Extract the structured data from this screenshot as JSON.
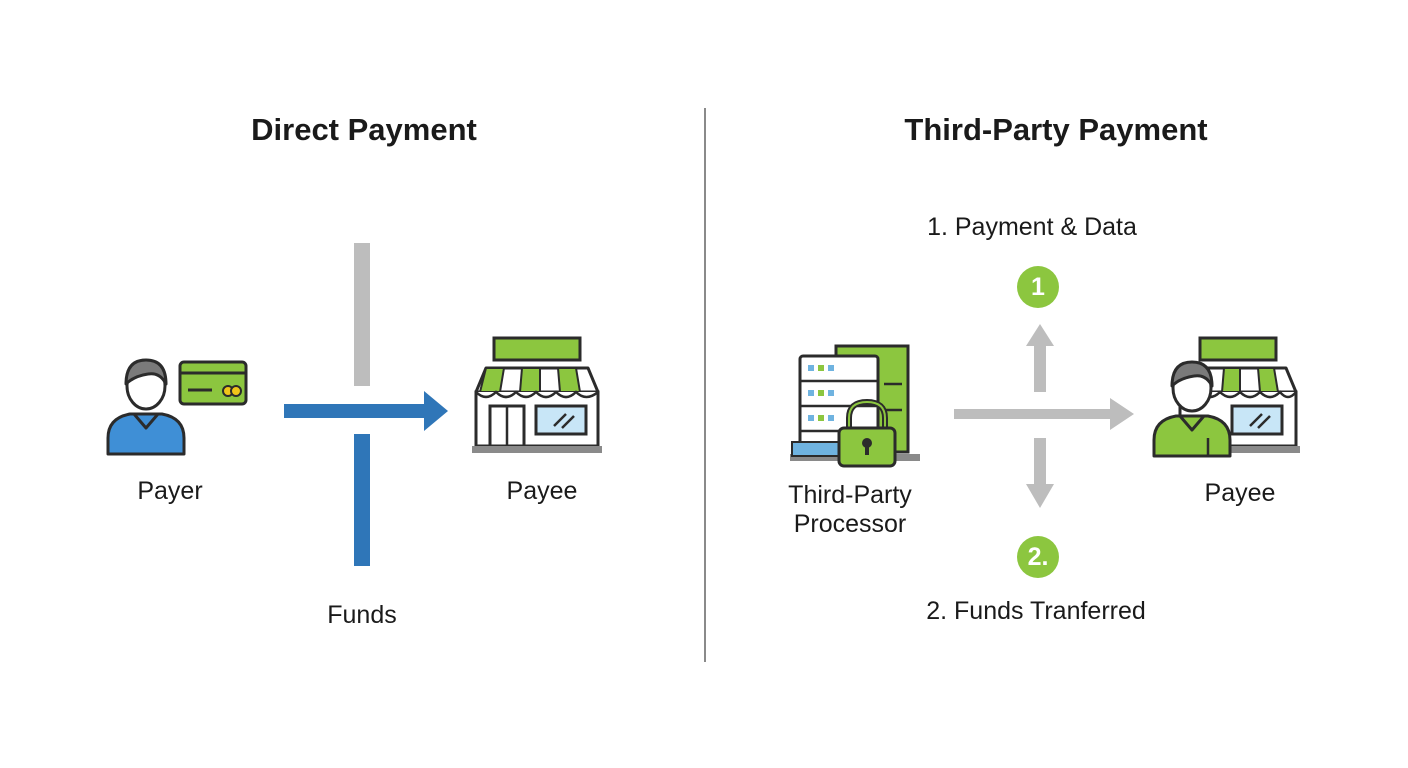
{
  "direct": {
    "title": "Direct Payment",
    "payer_label": "Payer",
    "payee_label": "Payee",
    "funds_label": "Funds"
  },
  "third_party": {
    "title": "Third-Party Payment",
    "processor_label_line1": "Third-Party",
    "processor_label_line2": "Processor",
    "payee_label": "Payee",
    "step1_label": "1. Payment & Data",
    "step1_badge": "1",
    "step2_label": "2. Funds Tranferred",
    "step2_badge": "2."
  },
  "colors": {
    "blue": "#2f76b8",
    "green": "#8cc63f",
    "gray": "#bdbdbd",
    "divider": "#8a8a8a",
    "outline": "#2b2b2b"
  },
  "icons": [
    "person-icon",
    "credit-card-icon",
    "storefront-icon",
    "server-icon",
    "padlock-icon"
  ]
}
